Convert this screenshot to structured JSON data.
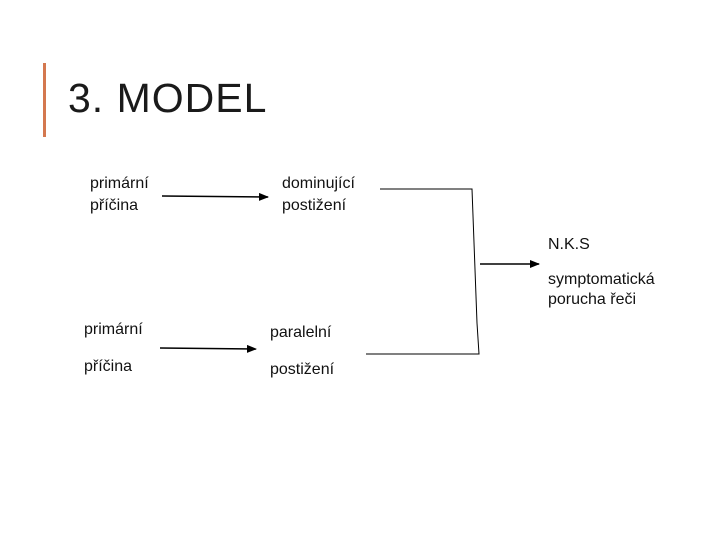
{
  "slide": {
    "title": "3. MODEL"
  },
  "diagram": {
    "top_cause": {
      "line1": "primární",
      "line2": "příčina"
    },
    "top_effect": {
      "line1": "dominující",
      "line2": "postižení"
    },
    "bottom_cause": {
      "line1": "primární",
      "line2": "příčina"
    },
    "bottom_effect": {
      "line1": "paralelní",
      "line2": "postižení"
    },
    "result": {
      "line1": "N.K.S",
      "line2": "symptomatická",
      "line3": "porucha řeči"
    }
  },
  "colors": {
    "accent": "#d4784f",
    "text": "#111111",
    "line": "#000000"
  }
}
